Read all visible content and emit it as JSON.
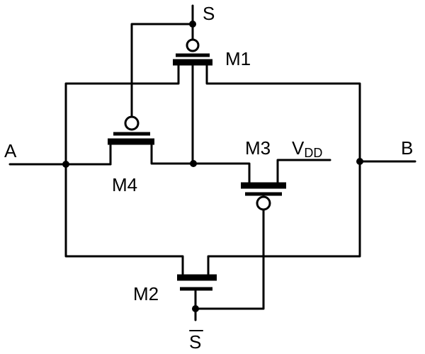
{
  "diagram": {
    "terminals": {
      "s": "S",
      "s_bar": "S",
      "a": "A",
      "b": "B",
      "vdd_main": "V",
      "vdd_sub": "DD"
    },
    "transistors": [
      {
        "id": "m1",
        "label": "M1",
        "type": "pmos"
      },
      {
        "id": "m2",
        "label": "M2",
        "type": "nmos"
      },
      {
        "id": "m3",
        "label": "M3",
        "type": "pmos"
      },
      {
        "id": "m4",
        "label": "M4",
        "type": "pmos"
      }
    ]
  }
}
